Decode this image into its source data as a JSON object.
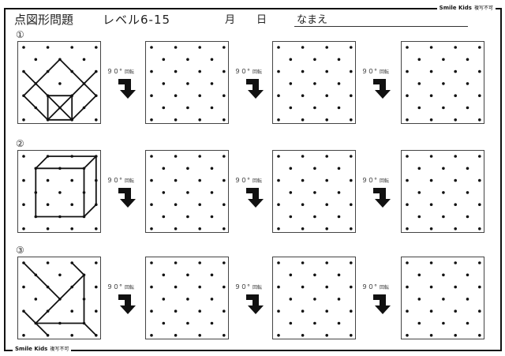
{
  "header": {
    "title": "点図形問題",
    "level": "レベル6-15",
    "month": "月",
    "day": "日",
    "name_label": "なまえ"
  },
  "brand": {
    "name": "Smile Kids",
    "notice": "複写不可"
  },
  "rotation_label": {
    "degrees": "９０°",
    "word": "回転"
  },
  "problems": [
    {
      "number": "①"
    },
    {
      "number": "②"
    },
    {
      "number": "③"
    }
  ]
}
